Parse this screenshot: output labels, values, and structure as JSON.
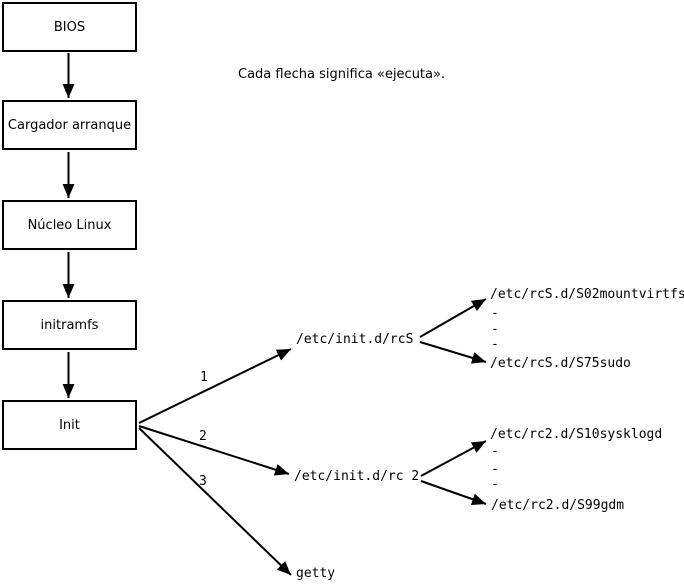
{
  "colors": {
    "background": "#ffffff",
    "line": "#000000"
  },
  "note": "Cada flecha significa «ejecuta».",
  "chain": [
    {
      "label": "BIOS"
    },
    {
      "label": "Cargador arranque"
    },
    {
      "label": "Núcleo Linux"
    },
    {
      "label": "initramfs"
    },
    {
      "label": "Init"
    }
  ],
  "branches": [
    {
      "number": "1",
      "target": "/etc/init.d/rcS"
    },
    {
      "number": "2",
      "target": "/etc/init.d/rc 2"
    },
    {
      "number": "3",
      "target": "getty"
    }
  ],
  "rcS_scripts": {
    "first": "/etc/rcS.d/S02mountvirtfs",
    "dashes": [
      "-",
      "-",
      "-"
    ],
    "last": "/etc/rcS.d/S75sudo"
  },
  "rc2_scripts": {
    "first": "/etc/rc2.d/S10sysklogd",
    "dashes": [
      "-",
      "-",
      "-"
    ],
    "last": "/etc/rc2.d/S99gdm"
  }
}
